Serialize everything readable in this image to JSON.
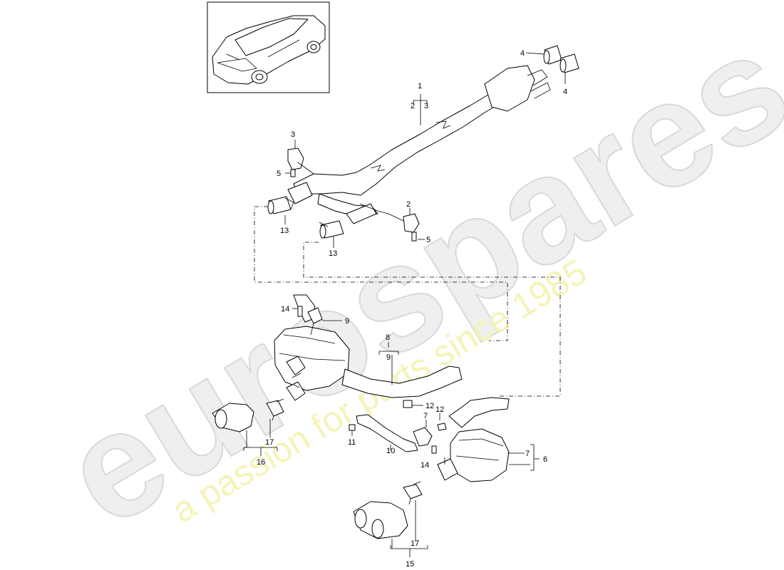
{
  "watermark": {
    "brand": "eurospares",
    "tagline": "a passion for parts since 1985"
  },
  "callouts": [
    {
      "id": "c1",
      "text": "1"
    },
    {
      "id": "c2a",
      "text": "2"
    },
    {
      "id": "c3a",
      "text": "3"
    },
    {
      "id": "c4a",
      "text": "4"
    },
    {
      "id": "c4b",
      "text": "4"
    },
    {
      "id": "c3b",
      "text": "3"
    },
    {
      "id": "c5a",
      "text": "5"
    },
    {
      "id": "c2b",
      "text": "2"
    },
    {
      "id": "c5b",
      "text": "5"
    },
    {
      "id": "c13a",
      "text": "13"
    },
    {
      "id": "c13b",
      "text": "13"
    },
    {
      "id": "c14a",
      "text": "14"
    },
    {
      "id": "c9a",
      "text": "9"
    },
    {
      "id": "c8",
      "text": "8"
    },
    {
      "id": "c9b",
      "text": "9"
    },
    {
      "id": "c12a",
      "text": "12"
    },
    {
      "id": "c12b",
      "text": "12"
    },
    {
      "id": "c7a",
      "text": "7"
    },
    {
      "id": "c11",
      "text": "11"
    },
    {
      "id": "c10",
      "text": "10"
    },
    {
      "id": "c14b",
      "text": "14"
    },
    {
      "id": "c7b",
      "text": "7"
    },
    {
      "id": "c6",
      "text": "6"
    },
    {
      "id": "c17a",
      "text": "17"
    },
    {
      "id": "c16",
      "text": "16"
    },
    {
      "id": "c17b",
      "text": "17"
    },
    {
      "id": "c15",
      "text": "15"
    }
  ]
}
